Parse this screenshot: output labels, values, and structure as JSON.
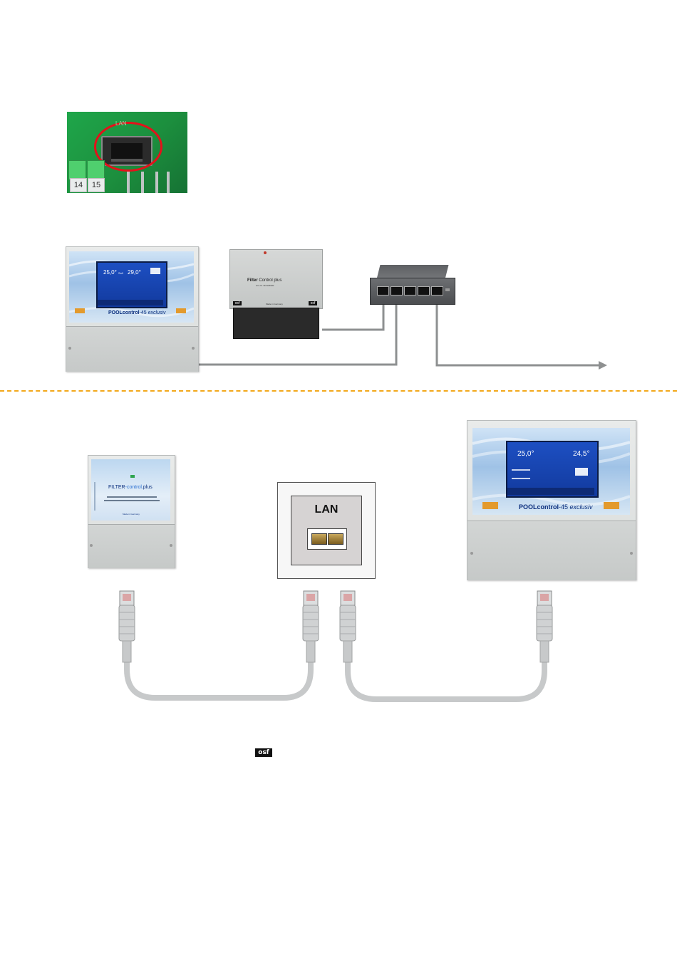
{
  "pcb": {
    "port_label": "LAN",
    "terminal_labels": [
      "14",
      "15"
    ]
  },
  "pool_control_top": {
    "temp_left": "25,0°",
    "temp_left_unit": "Soll",
    "temp_right": "29,0°",
    "brand": "POOLcontrol",
    "model": "-45",
    "edition": "exclusiv"
  },
  "filter_control_box": {
    "title_bold": "Filter",
    "title_rest": "Control plus",
    "serial": "Art.-Nr. 310124620",
    "made_in": "Made in Germany",
    "logo": "osf"
  },
  "filter_control_plus": {
    "title_a": "FILTER",
    "title_b": "-control",
    "title_c": ".plus",
    "made_in": "Made in Germany"
  },
  "lan_socket": {
    "label": "LAN"
  },
  "pool_control_bottom": {
    "temp_left": "25,0°",
    "temp_right": "24,5°",
    "brand": "POOLcontrol",
    "model": "-45",
    "edition": "exclusiv"
  },
  "footer": {
    "logo": "osf"
  },
  "colors": {
    "separator": "#f2a81b",
    "cable": "#8e9091",
    "patch_cable": "#c7c9ca",
    "pcb_green": "#1fa64a",
    "highlight_circle": "#e3121b",
    "screen_blue": "#1d4fc2"
  }
}
